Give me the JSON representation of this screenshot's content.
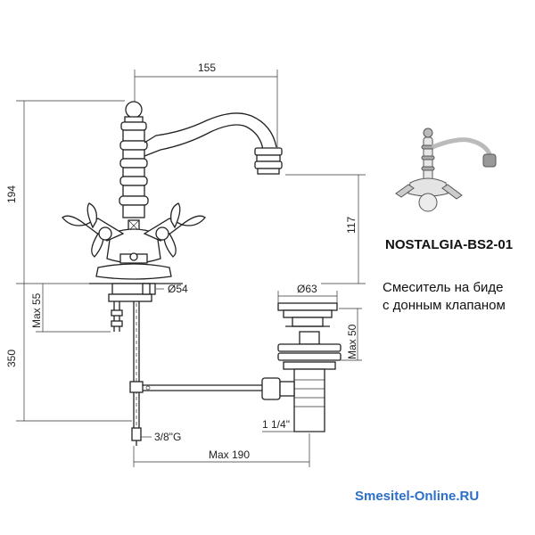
{
  "model_code": "NOSTALGIA-BS2-01",
  "description_line1": "Смеситель на биде",
  "description_line2": "с донным клапаном",
  "website": "Smesitel-Online.RU",
  "dimensions": {
    "width_top": "155",
    "height_total": "194",
    "spout_height": "117",
    "base_diameter": "Ø54",
    "max_thickness": "Max 55",
    "hose_length": "350",
    "drain_diameter": "Ø63",
    "drain_max": "Max 50",
    "drain_thread": "1 1/4\"",
    "hose_thread": "3/8\"G",
    "max_reach": "Max 190"
  }
}
